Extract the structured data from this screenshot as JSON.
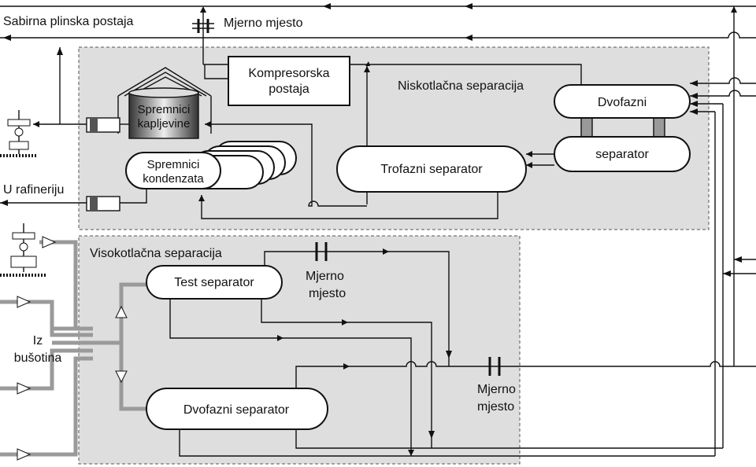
{
  "labels": {
    "sabirna": "Sabirna plinska postaja",
    "mjerno_top": "Mjerno mjesto",
    "kompresorska_1": "Kompresorska",
    "kompresorska_2": "postaja",
    "niskotlacna": "Niskotlačna separacija",
    "dvofazni_top": "Dvofazni",
    "separator_right": "separator",
    "spremnici_kap_1": "Spremnici",
    "spremnici_kap_2": "kapljevine",
    "spremnici_kon_1": "Spremnici",
    "spremnici_kon_2": "kondenzata",
    "trofazni": "Trofazni separator",
    "u_rafineriju": "U rafineriju",
    "visokotlacna": "Visokotlačna separacija",
    "test_separator": "Test separator",
    "mjerno_mid_1": "Mjerno",
    "mjerno_mid_2": "mjesto",
    "iz": "Iz",
    "busotina": "bušotina",
    "dvofazni_separator": "Dvofazni separator",
    "mjerno_right_1": "Mjerno",
    "mjerno_right_2": "mjesto"
  },
  "colors": {
    "panel": "#dedede",
    "pipe_gray": "#9a9a9a",
    "line": "#111111"
  }
}
